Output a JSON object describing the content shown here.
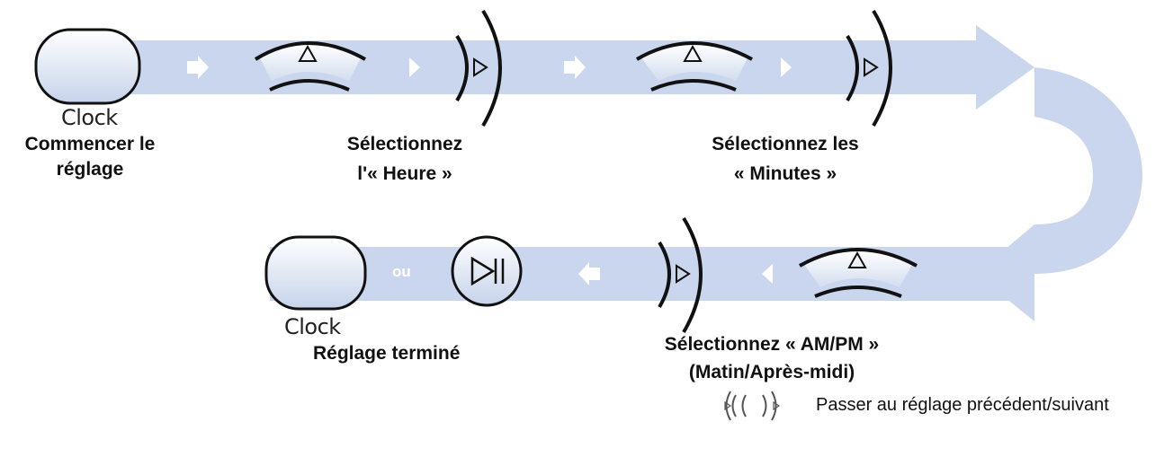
{
  "steps": {
    "start": {
      "key_label": "Clock",
      "line1": "Commencer le",
      "line2": "réglage"
    },
    "hour": {
      "line1": "Sélectionnez",
      "line2": "l'« Heure »"
    },
    "minutes": {
      "line1": "Sélectionnez les",
      "line2": "« Minutes »"
    },
    "ampm": {
      "line1": "Sélectionnez « AM/PM »",
      "line2": "(Matin/Après-midi)"
    },
    "end": {
      "key_label": "Clock",
      "line1": "Réglage terminé"
    }
  },
  "connector": {
    "or_text": "ou"
  },
  "legend": {
    "text": "Passer au réglage précédent/suivant"
  },
  "colors": {
    "band": "#c9d6ee",
    "band_edge": "#b8c9e6",
    "arrow_white": "#ffffff",
    "key_fill": "#d9e2f2",
    "stroke": "#111111"
  },
  "icons": [
    "clock-key",
    "up-arc-key",
    "right-arc-key",
    "play-pause-key",
    "prev-next-legend-icon"
  ]
}
